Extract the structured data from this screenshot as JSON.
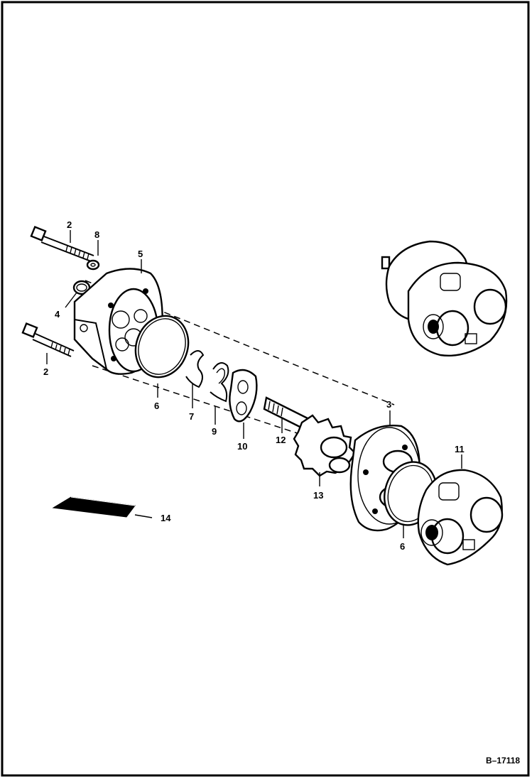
{
  "diagram": {
    "reference": "B–17118",
    "callouts": {
      "c2a": "2",
      "c2b": "2",
      "c3": "3",
      "c4": "4",
      "c5": "5",
      "c6a": "6",
      "c6b": "6",
      "c7": "7",
      "c8": "8",
      "c9": "9",
      "c10": "10",
      "c11": "11",
      "c12": "12",
      "c13": "13",
      "c14": "14"
    }
  }
}
